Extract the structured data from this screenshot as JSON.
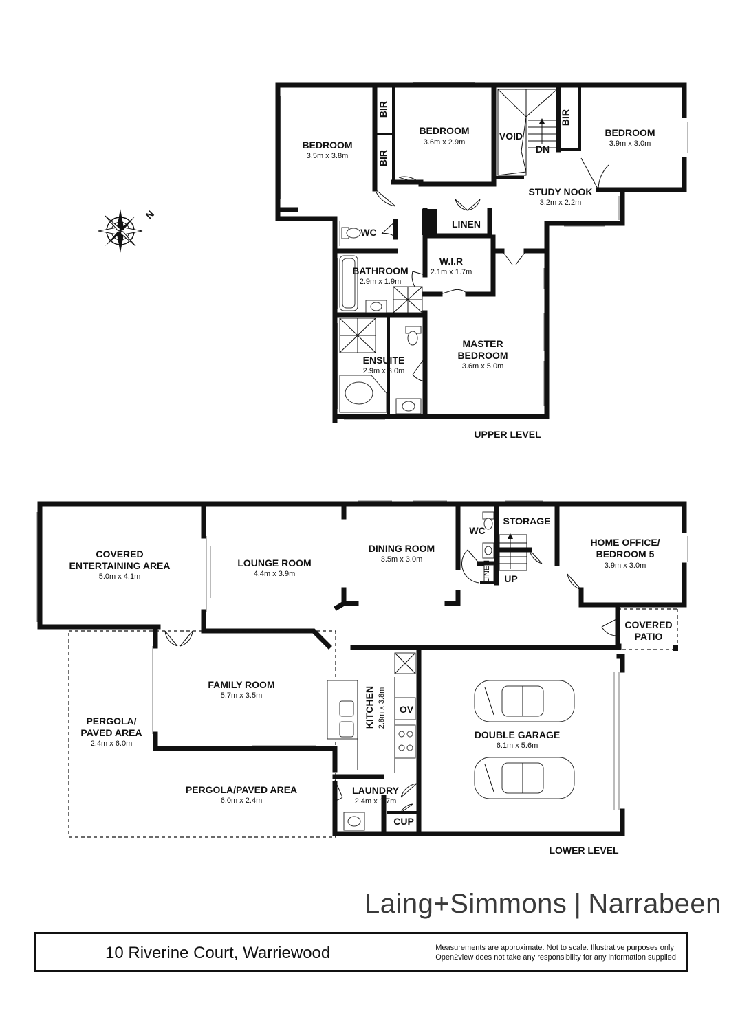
{
  "compass": {
    "north_label": "N"
  },
  "upper_level": {
    "label": "UPPER LEVEL",
    "rooms": {
      "bedroom_a": {
        "name": "BEDROOM",
        "dims": "3.5m x 3.8m"
      },
      "bedroom_b": {
        "name": "BEDROOM",
        "dims": "3.6m x 2.9m"
      },
      "bedroom_c": {
        "name": "BEDROOM",
        "dims": "3.9m x 3.0m"
      },
      "bir_1": {
        "name": "BIR"
      },
      "bir_2": {
        "name": "BIR"
      },
      "bir_3": {
        "name": "BIR"
      },
      "void": {
        "name": "VOID"
      },
      "stair_dn": {
        "name": "DN"
      },
      "study_nook": {
        "name": "STUDY NOOK",
        "dims": "3.2m x 2.2m"
      },
      "wc": {
        "name": "WC"
      },
      "linen": {
        "name": "LINEN"
      },
      "bathroom": {
        "name": "BATHROOM",
        "dims": "2.9m x 1.9m"
      },
      "wir": {
        "name": "W.I.R",
        "dims": "2.1m x 1.7m"
      },
      "ensuite": {
        "name": "ENSUITE",
        "dims": "2.9m x 3.0m"
      },
      "master_bedroom": {
        "name_line1": "MASTER",
        "name_line2": "BEDROOM",
        "dims": "3.6m x 5.0m"
      }
    }
  },
  "lower_level": {
    "label": "LOWER LEVEL",
    "rooms": {
      "covered_entertaining": {
        "name_line1": "COVERED",
        "name_line2": "ENTERTAINING AREA",
        "dims": "5.0m x 4.1m"
      },
      "lounge_room": {
        "name": "LOUNGE ROOM",
        "dims": "4.4m x 3.9m"
      },
      "dining_room": {
        "name": "DINING ROOM",
        "dims": "3.5m x 3.0m"
      },
      "wc": {
        "name": "WC"
      },
      "storage": {
        "name": "STORAGE"
      },
      "linen": {
        "name": "LINEN"
      },
      "stair_up": {
        "name": "UP"
      },
      "home_office": {
        "name_line1": "HOME OFFICE/",
        "name_line2": "BEDROOM 5",
        "dims": "3.9m x 3.0m"
      },
      "covered_patio": {
        "name_line1": "COVERED",
        "name_line2": "PATIO"
      },
      "family_room": {
        "name": "FAMILY ROOM",
        "dims": "5.7m x 3.5m"
      },
      "kitchen": {
        "name": "KITCHEN",
        "dims": "2.8m x 3.8m"
      },
      "oven": {
        "name": "OV"
      },
      "double_garage": {
        "name": "DOUBLE GARAGE",
        "dims": "6.1m x 5.6m"
      },
      "pergola_side": {
        "name_line1": "PERGOLA/",
        "name_line2": "PAVED AREA",
        "dims": "2.4m x 6.0m"
      },
      "pergola_rear": {
        "name": "PERGOLA/PAVED AREA",
        "dims": "6.0m x 2.4m"
      },
      "laundry": {
        "name": "LAUNDRY",
        "dims": "2.4m x 1.7m"
      },
      "cupboard": {
        "name": "CUP"
      }
    }
  },
  "branding": {
    "brand": "Laing+Simmons",
    "separator": "|",
    "office": "Narrabeen"
  },
  "footer": {
    "address": "10 Riverine Court, Warriewood",
    "disclaimer_line1": "Measurements are approximate. Not to scale. Illustrative purposes only",
    "disclaimer_line2": "Open2view does not take any responsibility for any information supplied"
  }
}
